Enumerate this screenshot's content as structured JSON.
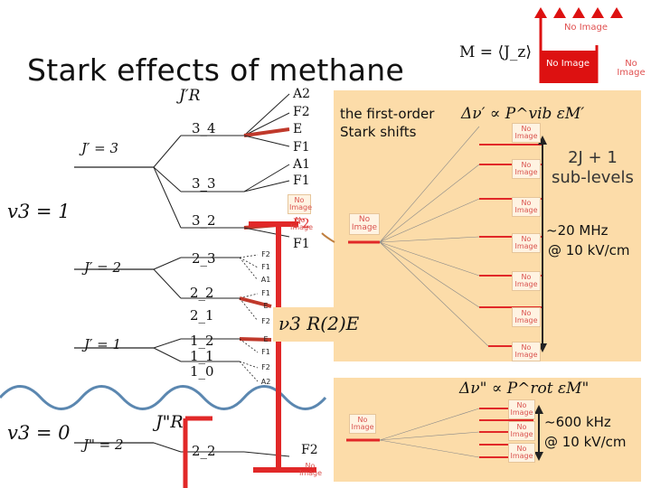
{
  "title": "Stark effects of methane",
  "formula_top": "M = ⟨J_z⟩",
  "first_order_text": "the first-order\nStark shifts",
  "delta_upper": "Δν′ ∝ P^vib εM′",
  "sublevels": "2J + 1\nsub-levels",
  "delta_lower": "Δν\" ∝ P^rot εM\"",
  "shift_upper": {
    "value": "~20 MHz",
    "field": "@ 10 kV/cm"
  },
  "shift_lower": {
    "value": "~600 kHz",
    "field": "@ 10 kV/cm"
  },
  "v3_upper": "v3 = 1",
  "v3_lower": "v3 = 0",
  "J_upper_labels": [
    "J′ = 3",
    "J′ = 2",
    "J′ = 1"
  ],
  "J_lower_label": "J\" = 2",
  "R_upper": "J′R",
  "R_lower": "J\"R",
  "upper_levels": [
    "3_4",
    "3_3",
    "3_2",
    "2_3",
    "2_2",
    "2_1",
    "1_2",
    "1_1",
    "1_0"
  ],
  "lower_level": "2_2",
  "sym_top": [
    "A2",
    "F2",
    "E",
    "F1",
    "A1",
    "F1",
    "F2",
    "F1"
  ],
  "sym_j2": [
    "F2",
    "F1",
    "A1",
    "F1",
    "E",
    "F2"
  ],
  "sym_j1": [
    "E",
    "F1",
    "F2",
    "A2"
  ],
  "sym_lower": "F2",
  "v3R": "ν3 R(2)E",
  "no_image": "No\nImage"
}
